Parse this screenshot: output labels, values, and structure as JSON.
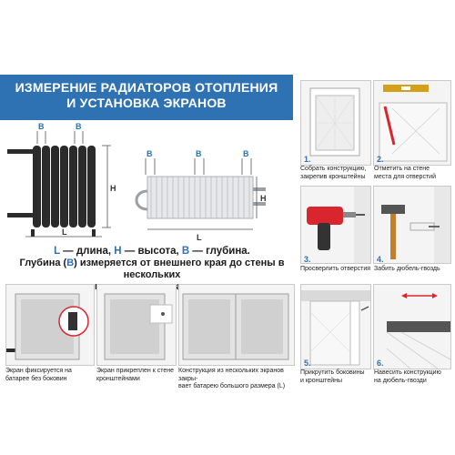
{
  "banner": {
    "title": "ИЗМЕРЕНИЕ РАДИАТОРОВ ОТОПЛЕНИЯ\nИ УСТАНОВКА ЭКРАНОВ"
  },
  "dims": {
    "b": "В",
    "h": "Н",
    "l": "L"
  },
  "legend": {
    "l": "L",
    "l_text": " — длина, ",
    "h": "Н",
    "h_text": " — высота, ",
    "b": "В",
    "b_text": " — глубина.",
    "line2a": "Глубина (",
    "line2b": "В",
    "line2c": ") измеряется от внешнего края до стены в нескольких\nместах, учитывается максимальное расстояние"
  },
  "steps": [
    {
      "num": "1.",
      "caption": "Собрать конструкцию,\nзакрепив кронштейны"
    },
    {
      "num": "2.",
      "caption": "Отметить на стене\nместа для отверстий"
    },
    {
      "num": "3.",
      "caption": "Просверлить отверстия"
    },
    {
      "num": "4.",
      "caption": "Забить дюбель-гвоздь"
    },
    {
      "num": "5.",
      "caption": "Прикрутить боковины\nи кронштейны"
    },
    {
      "num": "6.",
      "caption": "Навесить конструкцию\nна дюбель-гвозди"
    }
  ],
  "bottom": [
    {
      "caption": "Экран фиксируется на\nбатарее без боковин"
    },
    {
      "caption": "Экран прикреплен к стене\nкронштейнами"
    },
    {
      "caption": "Конструкция из нескольких экранов закры-\nвает батарею большого размера (L)"
    }
  ],
  "colors": {
    "accent": "#2f72b3",
    "dark": "#2b2b2b",
    "red": "#d9262e"
  }
}
